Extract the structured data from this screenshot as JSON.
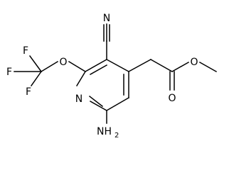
{
  "molecule": {
    "atom_labels": {
      "ring_nitrogen": "N",
      "cyano_nitrogen": "N",
      "amino": "NH",
      "amino_subscript": "2",
      "ether_oxygen": "O",
      "carbonyl_oxygen": "O",
      "ester_oxygen": "O",
      "fluorine_top": "F",
      "fluorine_left": "F",
      "fluorine_bottom": "F"
    }
  },
  "colors": {
    "ink": "#000000",
    "background": "#ffffff"
  }
}
